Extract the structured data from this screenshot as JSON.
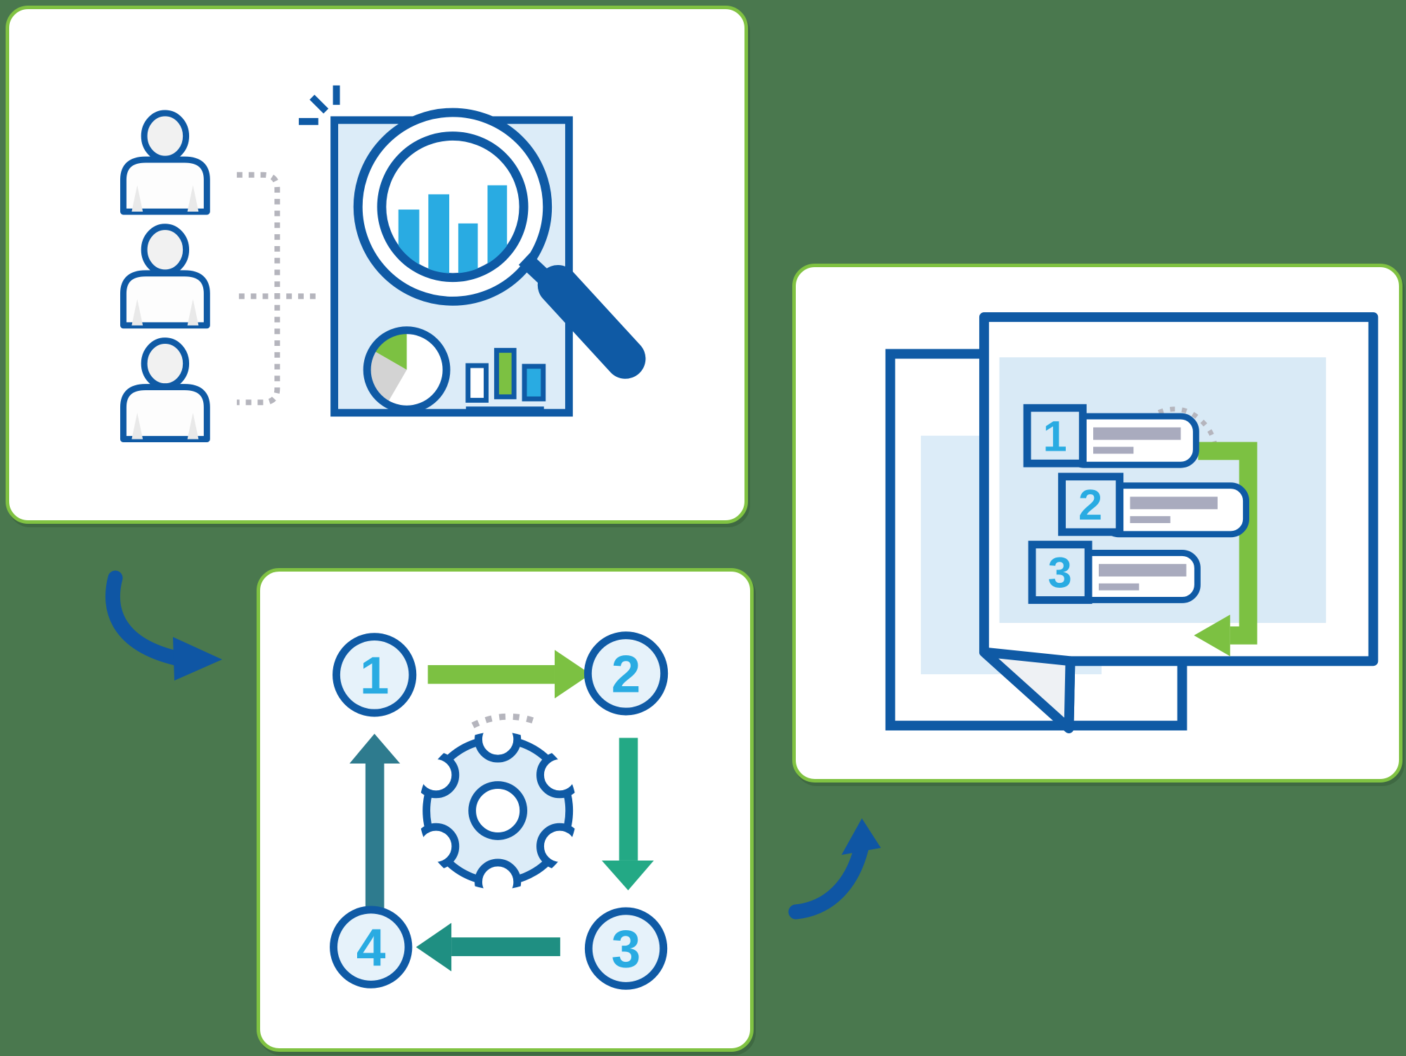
{
  "scene": {
    "background_color": "#4a784e",
    "card_border_color": "#80c242",
    "ink_blue": "#0f5aa5",
    "accent_cyan": "#29abe2",
    "light_blue_fill": "#dcecf8",
    "bright_green": "#7cc142",
    "emerald": "#23a985",
    "teal": "#1f8f82",
    "slate_teal": "#2e7b8e",
    "placeholder_gray": "#a9abbe",
    "dotted_gray": "#b5b5bd"
  },
  "research_card": {
    "icons": [
      "person-icon",
      "person-icon",
      "person-icon",
      "document-icon",
      "magnifier-icon",
      "magnified-bar-chart-icon",
      "pie-chart-icon",
      "mini-bar-chart-icon",
      "sparkle-icon",
      "dotted-connector"
    ]
  },
  "cycle_card": {
    "steps": [
      {
        "label": "1"
      },
      {
        "label": "2"
      },
      {
        "label": "3"
      },
      {
        "label": "4"
      }
    ],
    "center_icon": "gear-icon"
  },
  "list_card": {
    "items": [
      {
        "label": "1"
      },
      {
        "label": "2"
      },
      {
        "label": "3"
      }
    ],
    "page_icon": "stacked-pages-icon",
    "flow_icon": "elbow-arrow-icon"
  },
  "connectors": {
    "first": "curved-arrow-icon",
    "second": "curved-arrow-icon"
  }
}
